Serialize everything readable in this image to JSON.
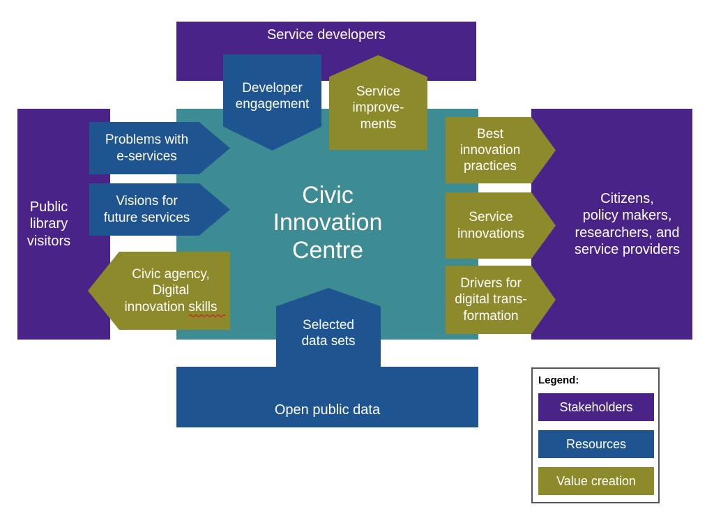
{
  "colors": {
    "stakeholders": "#4a2389",
    "resources": "#1e5590",
    "centre": "#3d8c93",
    "value_creation": "#8c8a2a"
  },
  "centre": {
    "label": "Civic\nInnovation\nCentre"
  },
  "stakeholders": {
    "top": "Service developers",
    "left": "Public\nlibrary\nvisitors",
    "right": "Citizens,\npolicy makers,\nresearchers, and\nservice providers"
  },
  "resources": {
    "bottom": "Open public data",
    "developer_engagement": "Developer\nengagement",
    "problems": "Problems with\ne-services",
    "visions": "Visions for\nfuture services",
    "selected_data": "Selected\ndata sets"
  },
  "value": {
    "service_improvements": "Service\nimprove-\nments",
    "civic_agency": "Civic agency,\nDigital\ninnovation skills",
    "best_practices": "Best\ninnovation\npractices",
    "service_innovations": "Service\ninnovations",
    "drivers": "Drivers for\ndigital trans-\nformation"
  },
  "legend": {
    "title": "Legend:",
    "items": [
      "Stakeholders",
      "Resources",
      "Value creation"
    ]
  }
}
